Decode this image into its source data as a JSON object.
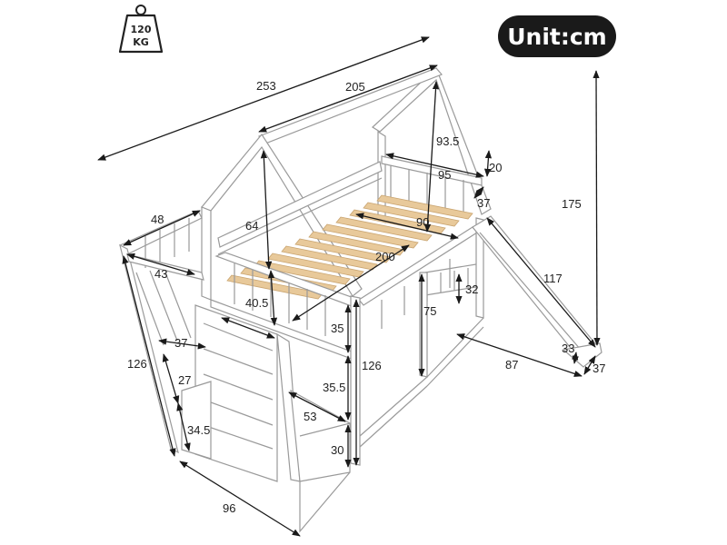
{
  "unit_badge": {
    "label": "Unit:cm",
    "bg_color": "#1a1a1a",
    "text_color": "#ffffff"
  },
  "weight_icon": {
    "icon": "weight-icon",
    "line1": "120",
    "line2": "KG"
  },
  "colors": {
    "frame": "#ffffff",
    "outline": "#9a9a9a",
    "slats": "#e8c99a",
    "arrows": "#1a1a1a"
  },
  "dimensions": {
    "overall_length": "253",
    "bed_length": "205",
    "roof_height": "93.5",
    "rail_height_top": "20",
    "bed_width": "95",
    "end_rail": "37",
    "height_total": "175",
    "stair_depth": "48",
    "inner_width": "90",
    "roof_side": "64",
    "mattress_length": "200",
    "stair_top": "43",
    "slide_length": "117",
    "guard_height": "40.5",
    "side_rail": "32",
    "post_gap": "35",
    "under_height": "75",
    "stair_step_width": "37",
    "stair_height": "126",
    "step_riser": "27",
    "gap_middle": "35.5",
    "post_height": "126",
    "slide_width": "33",
    "slide_run": "87",
    "slide_end": "37",
    "stair_front": "53",
    "step_bottom": "34.5",
    "base_height": "30",
    "stair_run": "96"
  }
}
